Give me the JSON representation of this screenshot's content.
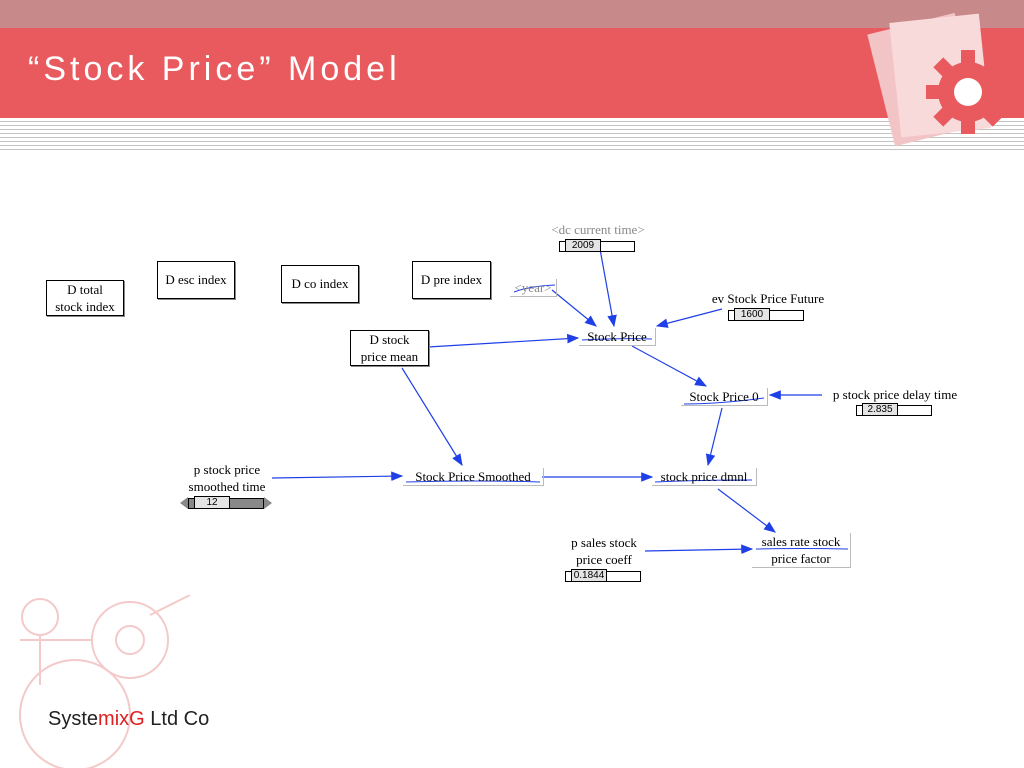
{
  "slide": {
    "title": "“Stock Price” Model",
    "company": {
      "pre": "Syste",
      "accent": "mixG",
      "post": " Ltd Co"
    }
  },
  "colors": {
    "banner": "#e85a5e",
    "topbar": "#c8898b",
    "arrow": "#1f3fe8",
    "accent": "#e02020"
  },
  "icons": [
    "gear-icon",
    "paper-sheets-icon",
    "circuit-watermark-icon"
  ],
  "diagram": {
    "nodes": {
      "d_total_stock_index": {
        "line1": "D total",
        "line2": "stock index"
      },
      "d_esc_index": "D esc index",
      "d_co_index": "D co index",
      "d_pre_index": "D pre index",
      "year": "<year>",
      "dc_current_time": "<dc current time>",
      "ev_stock_price_future": "ev Stock Price Future",
      "stock_price": "Stock Price",
      "d_stock_price_mean": {
        "line1": "D stock",
        "line2": "price mean"
      },
      "stock_price_0": "Stock Price 0",
      "p_stock_price_delay_time": "p stock price delay time",
      "p_stock_price_smoothed_time": {
        "line1": "p stock price",
        "line2": "smoothed time"
      },
      "stock_price_smoothed": "Stock Price Smoothed",
      "stock_price_dmnl": "stock price dmnl",
      "p_sales_stock_price_coeff": {
        "line1": "p sales stock",
        "line2": "price coeff"
      },
      "sales_rate_stock_price_factor": {
        "line1": "sales rate stock",
        "line2": "price factor"
      }
    },
    "sliders": {
      "dc_current_time": "2009",
      "ev_stock_price_future": "1600",
      "p_stock_price_delay_time": "2.835",
      "p_stock_price_smoothed_time": "12",
      "p_sales_stock_price_coeff": "0.1844"
    }
  }
}
